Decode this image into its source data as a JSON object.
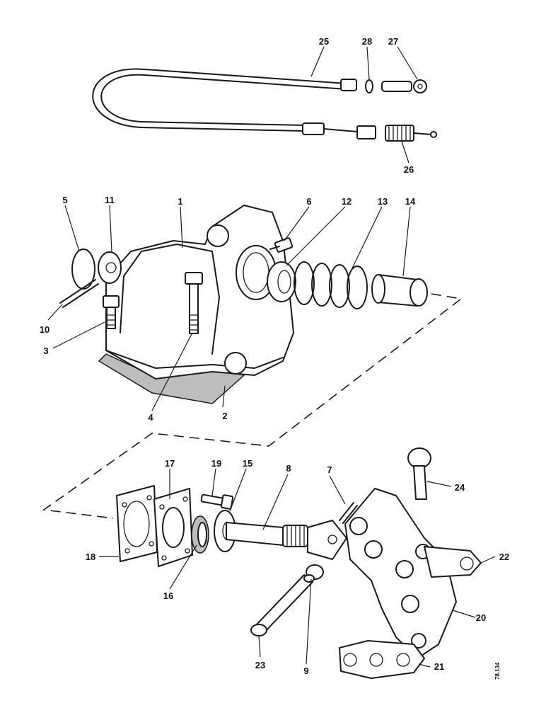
{
  "figure": {
    "reference_code": "78.134",
    "callouts": [
      {
        "id": "c1",
        "label": "1"
      },
      {
        "id": "c2",
        "label": "2"
      },
      {
        "id": "c3",
        "label": "3"
      },
      {
        "id": "c4",
        "label": "4"
      },
      {
        "id": "c5",
        "label": "5"
      },
      {
        "id": "c6",
        "label": "6"
      },
      {
        "id": "c7",
        "label": "7"
      },
      {
        "id": "c8",
        "label": "8"
      },
      {
        "id": "c9",
        "label": "9"
      },
      {
        "id": "c10",
        "label": "10"
      },
      {
        "id": "c11",
        "label": "11"
      },
      {
        "id": "c12",
        "label": "12"
      },
      {
        "id": "c13",
        "label": "13"
      },
      {
        "id": "c14",
        "label": "14"
      },
      {
        "id": "c15",
        "label": "15"
      },
      {
        "id": "c16",
        "label": "16"
      },
      {
        "id": "c17",
        "label": "17"
      },
      {
        "id": "c18",
        "label": "18"
      },
      {
        "id": "c19",
        "label": "19"
      },
      {
        "id": "c20",
        "label": "20"
      },
      {
        "id": "c21",
        "label": "21"
      },
      {
        "id": "c22",
        "label": "22"
      },
      {
        "id": "c23",
        "label": "23"
      },
      {
        "id": "c24",
        "label": "24"
      },
      {
        "id": "c25",
        "label": "25"
      },
      {
        "id": "c26",
        "label": "26"
      },
      {
        "id": "c27",
        "label": "27"
      },
      {
        "id": "c28",
        "label": "28"
      }
    ]
  }
}
